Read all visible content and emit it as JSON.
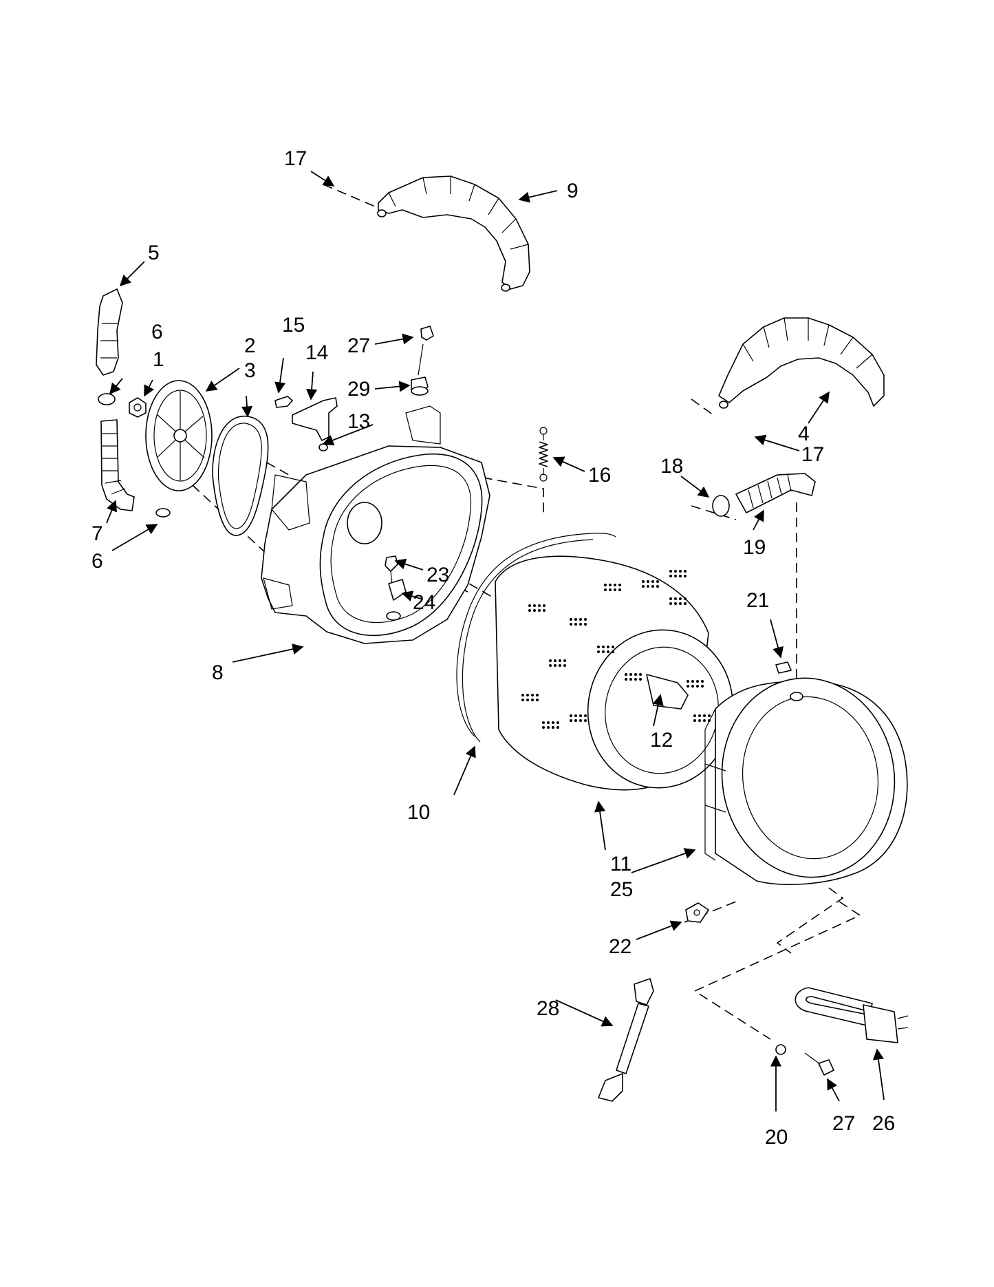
{
  "labels": {
    "p1": "1",
    "p2": "2",
    "p3": "3",
    "p4": "4",
    "p5": "5",
    "p6a": "6",
    "p6b": "6",
    "p7": "7",
    "p8": "8",
    "p9": "9",
    "p10": "10",
    "p11": "11",
    "p12": "12",
    "p13": "13",
    "p14": "14",
    "p15": "15",
    "p16": "16",
    "p17a": "17",
    "p17b": "17",
    "p18": "18",
    "p19": "19",
    "p20": "20",
    "p21": "21",
    "p22": "22",
    "p23": "23",
    "p24": "24",
    "p25": "25",
    "p26": "26",
    "p27a": "27",
    "p27b": "27",
    "p28": "28",
    "p29": "29"
  }
}
